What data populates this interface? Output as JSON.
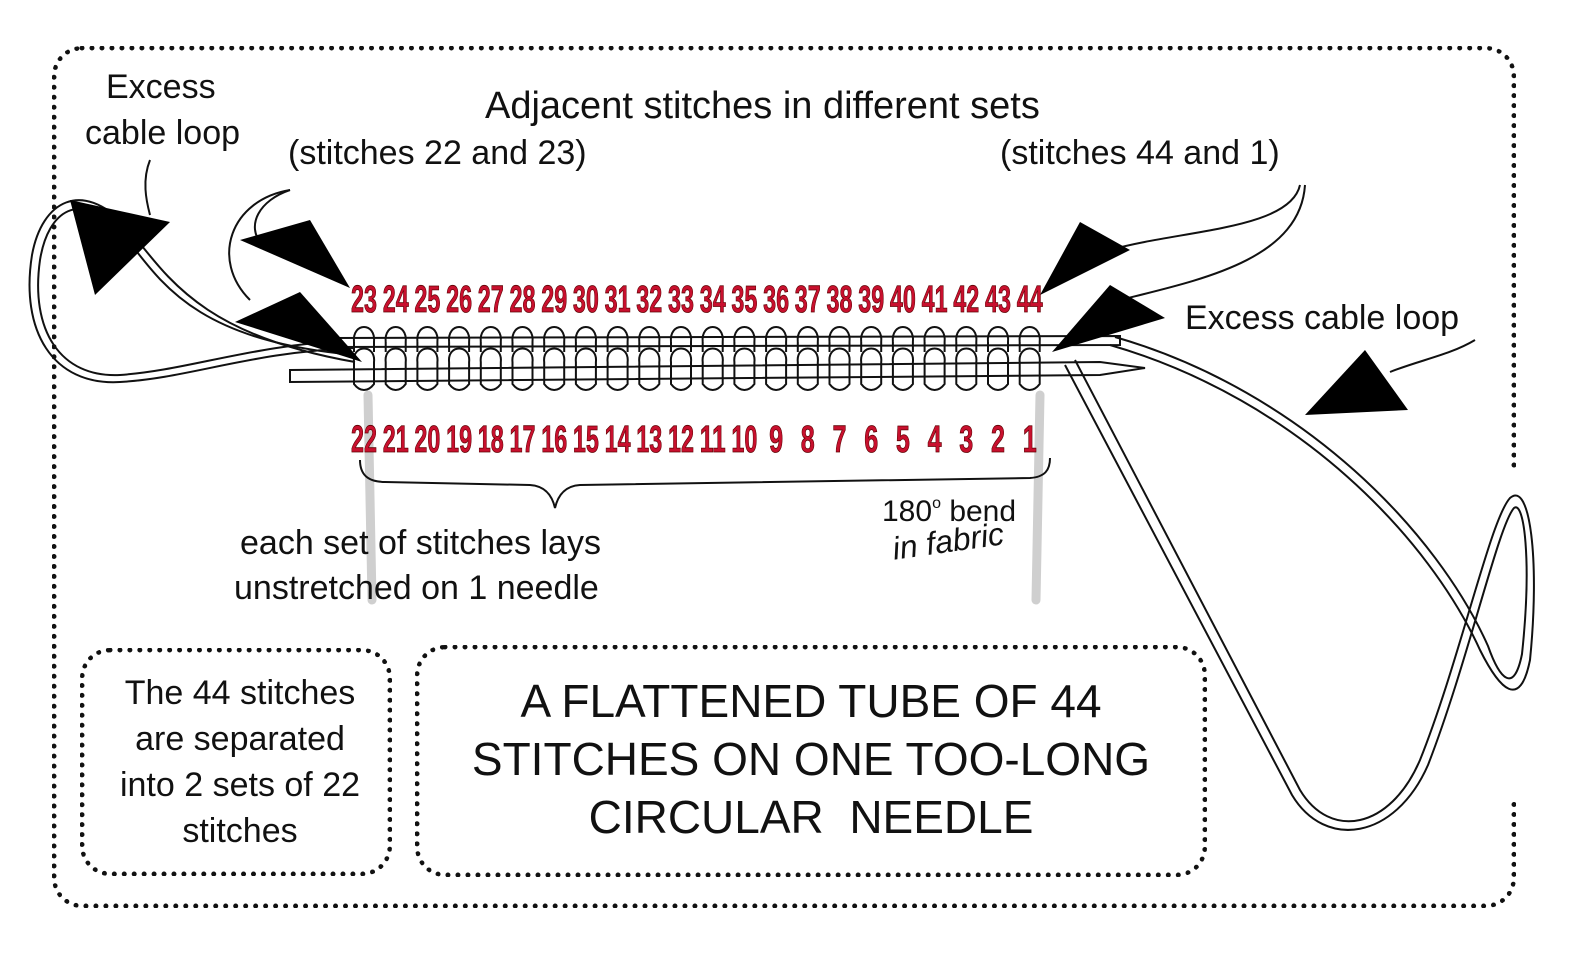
{
  "labels": {
    "excess_left_1": "Excess",
    "excess_left_2": "cable loop",
    "adjacent_title": "Adjacent stitches in different sets",
    "stitches_22_23": "(stitches 22 and 23)",
    "stitches_44_1": "(stitches 44 and 1)",
    "excess_right": "Excess cable loop",
    "bend_180": "180",
    "bend_degree": "o",
    "bend_word": "bend",
    "in_fabric": "in fabric",
    "each_set_1": "each set of stitches lays",
    "each_set_2": "unstretched on 1 needle"
  },
  "left_box": {
    "line1": "The 44 stitches",
    "line2": "are separated",
    "line3": "into 2 sets of 22",
    "line4": "stitches"
  },
  "title_box": {
    "line1": "A FLATTENED TUBE OF 44",
    "line2": "STITCHES ON ONE TOO-LONG",
    "line3": "CIRCULAR  NEEDLE"
  },
  "top_numbers": [
    "23",
    "24",
    "25",
    "26",
    "27",
    "28",
    "29",
    "30",
    "31",
    "32",
    "33",
    "34",
    "35",
    "36",
    "37",
    "38",
    "39",
    "40",
    "41",
    "42",
    "43",
    "44"
  ],
  "bottom_numbers": [
    "22",
    "21",
    "20",
    "19",
    "18",
    "17",
    "16",
    "15",
    "14",
    "13",
    "12",
    "11",
    "10",
    "9",
    "8",
    "7",
    "6",
    "5",
    "4",
    "3",
    "2",
    "1"
  ],
  "colors": {
    "number_red": "#c8102e",
    "ink": "#111111",
    "fabric_gray": "#cccccc"
  }
}
